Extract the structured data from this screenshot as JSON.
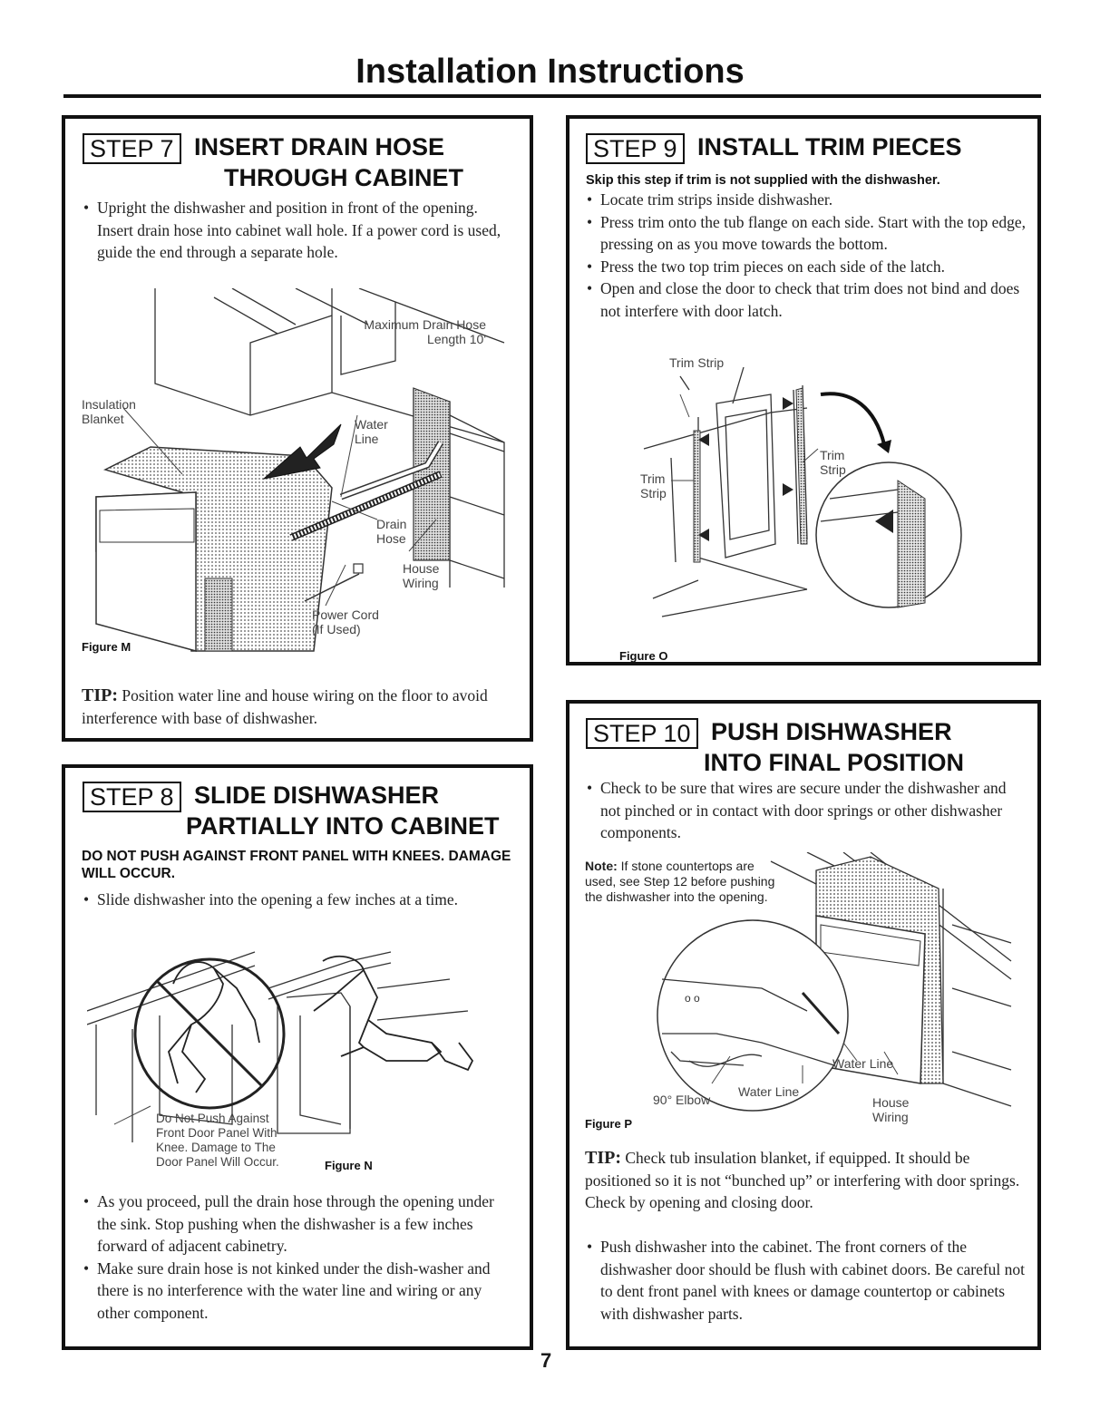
{
  "page": {
    "title": "Installation Instructions",
    "number": "7"
  },
  "step7": {
    "tag": "STEP 7",
    "title1": "INSERT DRAIN HOSE",
    "title2": "THROUGH CABINET",
    "bullets": [
      "Upright the dishwasher and position in front of the opening. Insert drain hose into cabinet wall hole. If a power cord is used, guide the end through a separate hole."
    ],
    "figure": {
      "label": "Figure M",
      "callouts": {
        "max_hose": "Maximum Drain Hose Length 10'",
        "insulation": "Insulation Blanket",
        "water_line": "Water Line",
        "drain_hose": "Drain Hose",
        "house_wiring": "House Wiring",
        "power_cord": "Power Cord (If Used)"
      }
    },
    "tip_label": "TIP:",
    "tip_text": "Position water line and house wiring on the floor to avoid interference with base of dishwasher."
  },
  "step8": {
    "tag": "STEP 8",
    "title1": "SLIDE DISHWASHER",
    "title2": "PARTIALLY INTO CABINET",
    "warning": "DO NOT PUSH AGAINST FRONT PANEL WITH KNEES. DAMAGE WILL OCCUR.",
    "bullets_top": [
      "Slide dishwasher into the opening a few inches at a time."
    ],
    "figure": {
      "label": "Figure N",
      "caption": "Do Not Push Against Front Door Panel With Knee. Damage to The Door Panel Will Occur."
    },
    "bullets_bottom": [
      "As you proceed, pull the drain hose through the opening under the sink. Stop pushing when the dishwasher is a few inches forward of adjacent cabinetry.",
      "Make sure drain hose is not kinked under the dish-washer and there is no interference with the water line and wiring or any other component."
    ]
  },
  "step9": {
    "tag": "STEP 9",
    "title1": "INSTALL TRIM PIECES",
    "warning": "Skip this step if trim is not supplied with the dishwasher.",
    "bullets": [
      "Locate trim strips inside dishwasher.",
      "Press trim onto the tub flange on each side. Start with the top edge, pressing on as you move towards the bottom.",
      "Press the two top trim pieces on each side of the latch.",
      "Open and close the door to check that trim does not bind and does not interfere with door latch."
    ],
    "figure": {
      "label": "Figure O",
      "callouts": {
        "trim_top": "Trim Strip",
        "trim_right": "Trim Strip",
        "trim_left": "Trim Strip"
      }
    }
  },
  "step10": {
    "tag": "STEP 10",
    "title1": "PUSH DISHWASHER",
    "title2": "INTO FINAL POSITION",
    "bullets": [
      "Check to be sure that wires are secure under the dishwasher and not pinched or in contact with door springs or other dishwasher components."
    ],
    "note_label": "Note:",
    "note_text": "If stone countertops are used, see Step 12 before pushing the dishwasher into the opening.",
    "figure": {
      "label": "Figure P",
      "callouts": {
        "water_line_1": "Water Line",
        "water_line_2": "Water Line",
        "elbow": "90° Elbow",
        "house_wiring": "House Wiring"
      }
    },
    "tip_label": "TIP:",
    "tip_text": "Check tub insulation blanket, if equipped. It should be positioned so it is not “bunched up” or interfering with door springs. Check by opening and closing door.",
    "bullets_bottom": [
      "Push dishwasher into the cabinet. The front corners of the dishwasher door should be flush with cabinet doors. Be careful not to dent front panel with knees or damage countertop or cabinets with dishwasher parts."
    ]
  }
}
